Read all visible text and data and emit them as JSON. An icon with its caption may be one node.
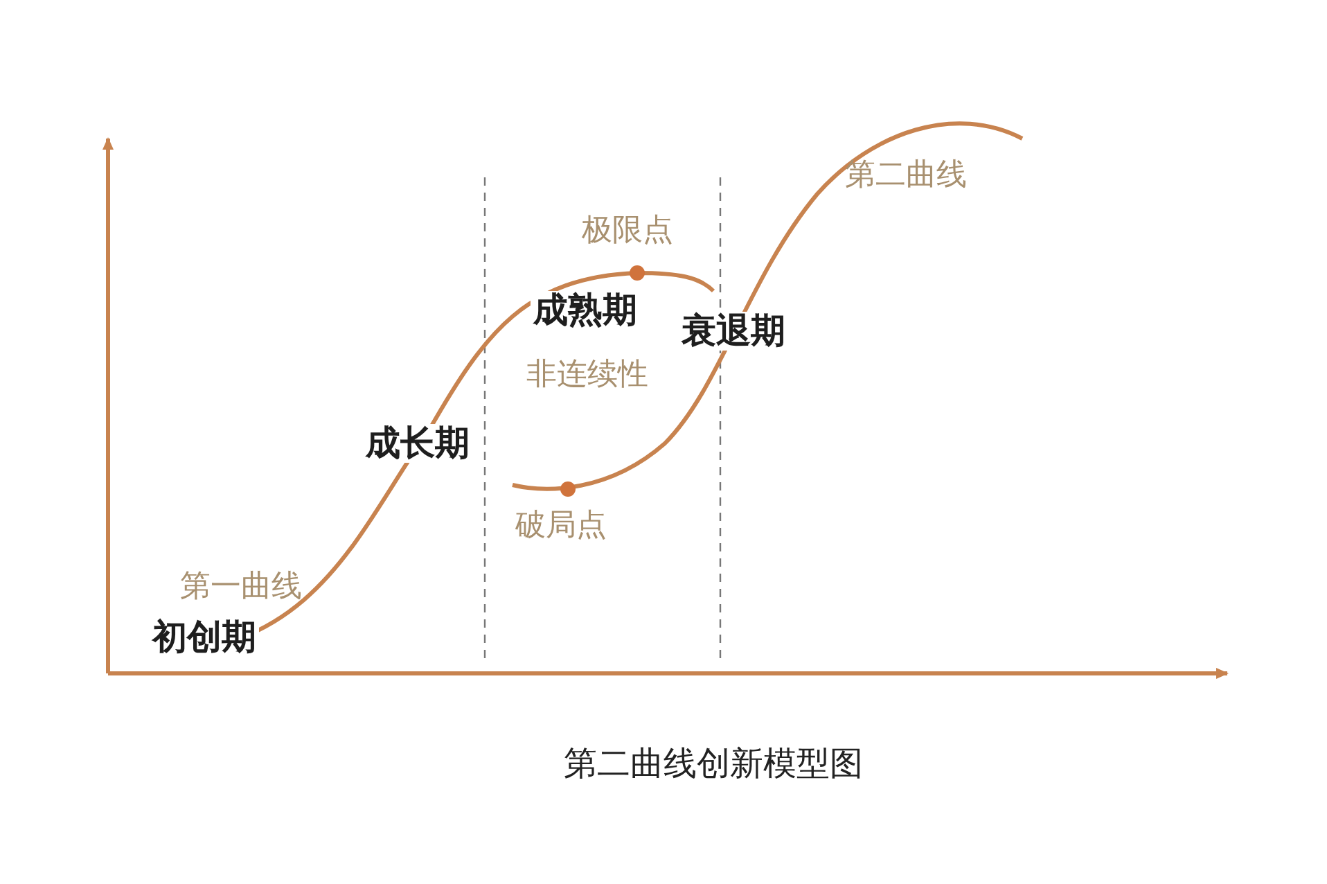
{
  "diagram": {
    "caption": "第二曲线创新模型图",
    "labels": [
      "第二曲线",
      "极限点",
      "成熟期",
      "衰退期",
      "非连续性",
      "成长期",
      "破局点",
      "第一曲线",
      "初创期"
    ]
  }
}
